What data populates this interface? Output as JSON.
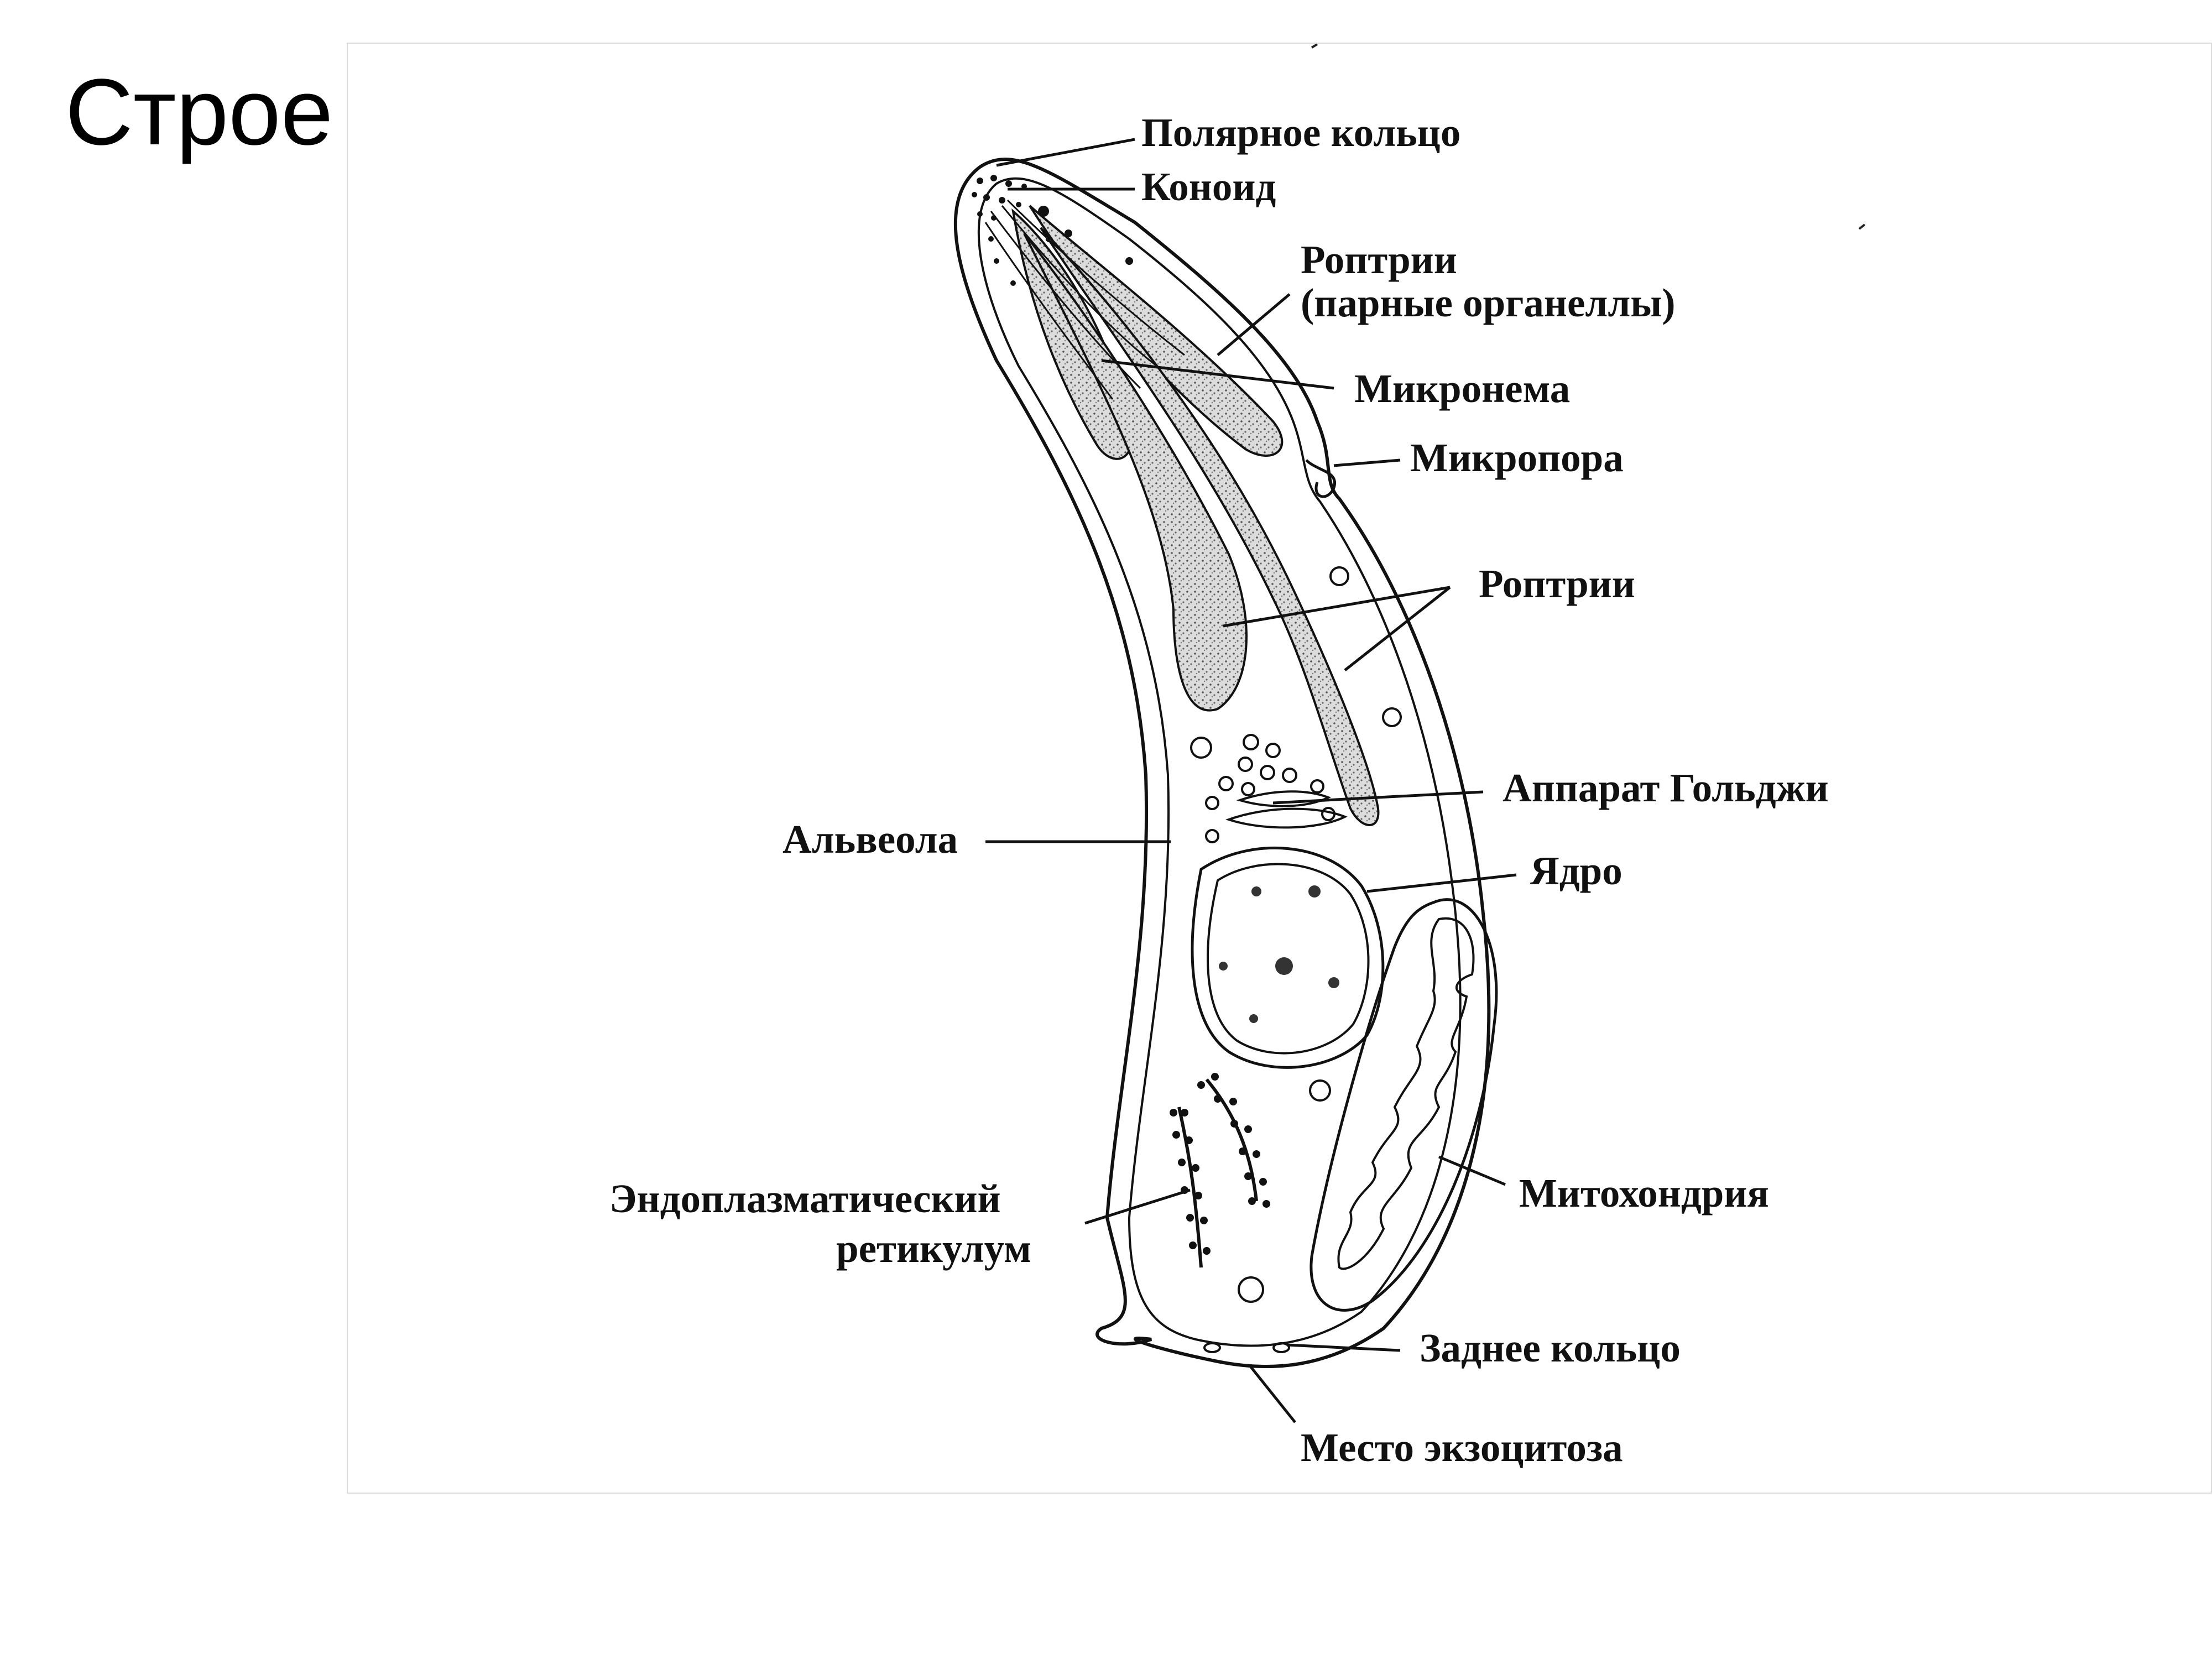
{
  "slide": {
    "title": "Строе"
  },
  "diagram": {
    "labels": {
      "polar_ring": "Полярное кольцо",
      "conoid": "Коноид",
      "rhoptries_paired_line1": "Роптрии",
      "rhoptries_paired_line2": "(парные органеллы)",
      "microneme": "Микронема",
      "micropore": "Микропора",
      "rhoptries": "Роптрии",
      "golgi": "Аппарат Гольджи",
      "alveola": "Альвеола",
      "nucleus": "Ядро",
      "er_line1": "Эндоплазматический",
      "er_line2": "ретикулум",
      "mitochondrion": "Митохондрия",
      "posterior_ring": "Заднее кольцо",
      "exocytosis_site": "Место экзоцитоза"
    }
  }
}
